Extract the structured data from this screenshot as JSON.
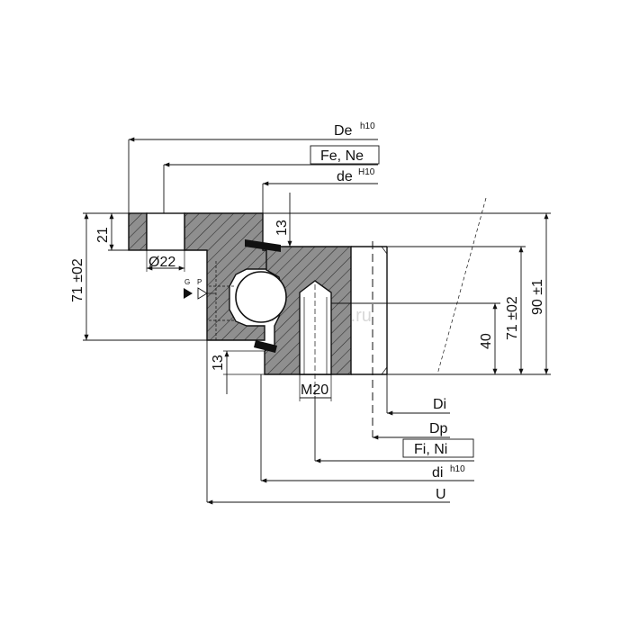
{
  "labels": {
    "de_outer": "De",
    "de_outer_tol": "h10",
    "fe_ne": "Fe, Ne",
    "de_inner": "de",
    "de_inner_tol": "H10",
    "di": "Di",
    "dp": "Dp",
    "fi_ni": "Fi, Ni",
    "di_small": "di",
    "di_small_tol": "h10",
    "u": "U",
    "dim_21": "21",
    "dim_71_left": "71 ±02",
    "dim_13_top": "13",
    "dim_13_bottom": "13",
    "dim_40": "40",
    "dim_71_right": "71 ±02",
    "dim_90": "90 ±1",
    "hole": "Ø22",
    "thread": "M20",
    "lube_g": "G",
    "lube_p": "P",
    "watermark": "chinabearing.ru"
  },
  "colors": {
    "section_fill": "#8f8f8f",
    "line": "#111111"
  }
}
